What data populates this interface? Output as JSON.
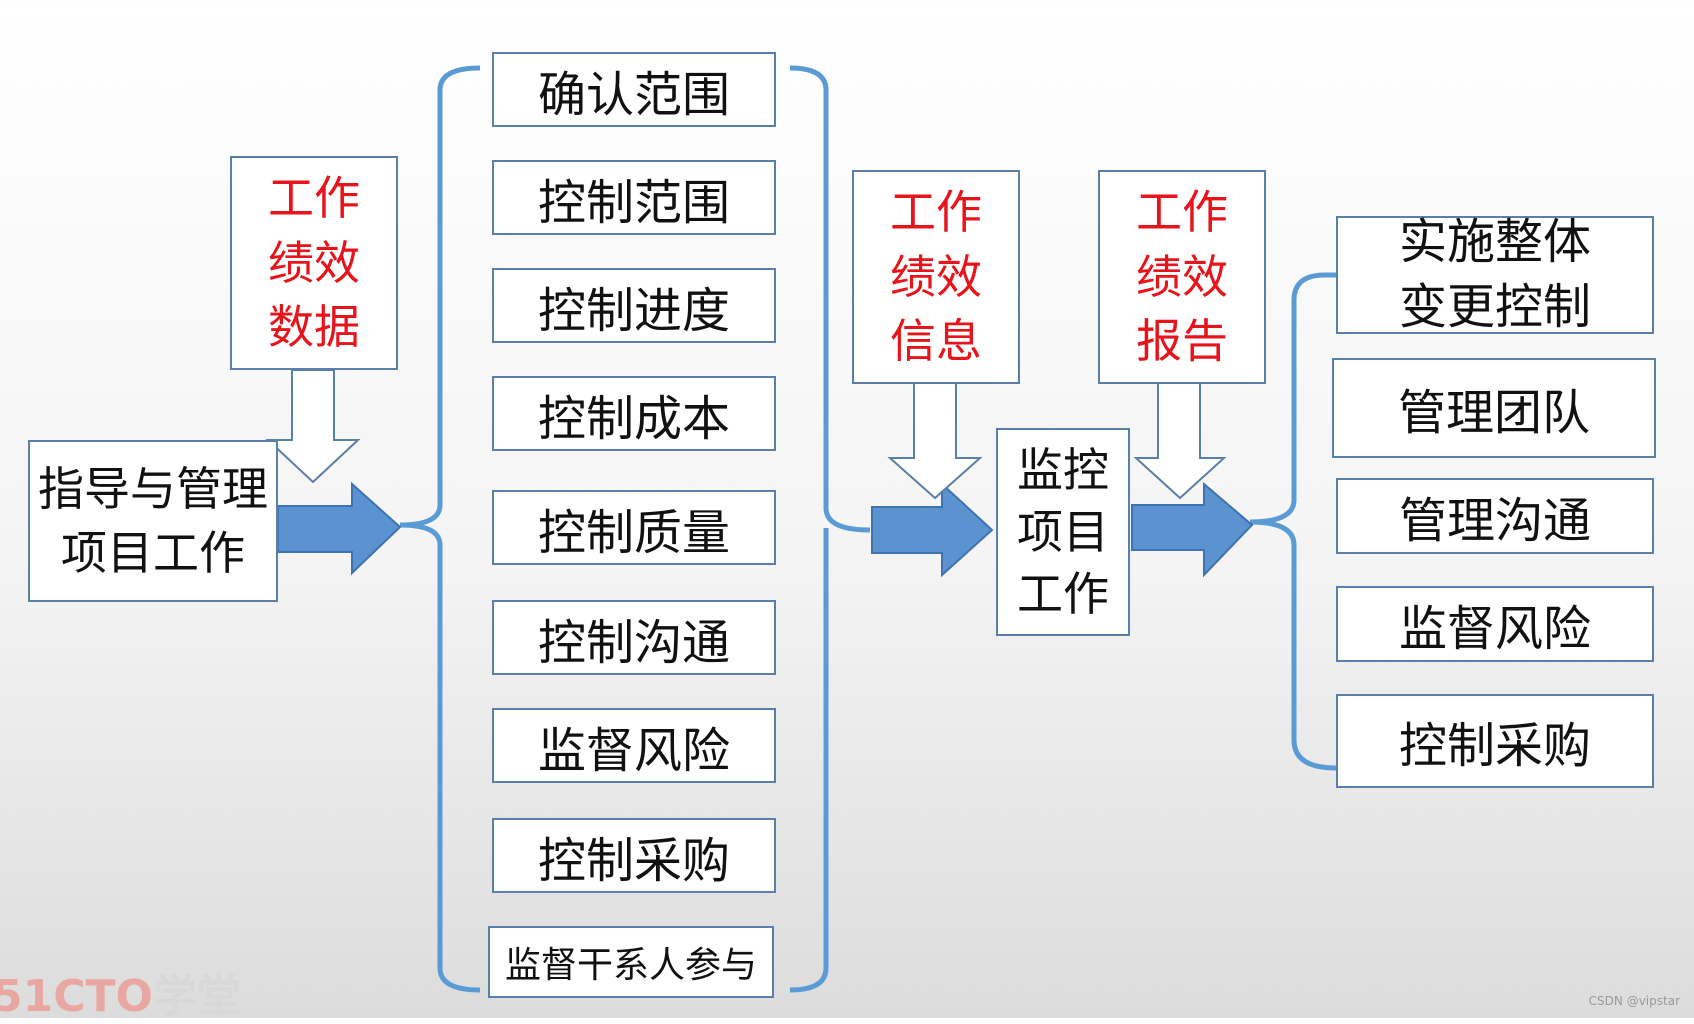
{
  "start_node": {
    "line1": "指导与管理",
    "line2": "项目工作"
  },
  "input_1": {
    "line1": "工作",
    "line2": "绩效",
    "line3": "数据"
  },
  "control_processes": [
    {
      "label": "确认范围"
    },
    {
      "label": "控制范围"
    },
    {
      "label": "控制进度"
    },
    {
      "label": "控制成本"
    },
    {
      "label": "控制质量"
    },
    {
      "label": "控制沟通"
    },
    {
      "label": "监督风险"
    },
    {
      "label": "控制采购"
    },
    {
      "label": "监督干系人参与"
    }
  ],
  "output_1": {
    "line1": "工作",
    "line2": "绩效",
    "line3": "信息"
  },
  "monitor_node": {
    "line1": "监控",
    "line2": "项目",
    "line3": "工作"
  },
  "output_2": {
    "line1": "工作",
    "line2": "绩效",
    "line3": "报告"
  },
  "downstream_processes": [
    {
      "line1": "实施整体",
      "line2": "变更控制"
    },
    {
      "label": "管理团队"
    },
    {
      "label": "管理沟通"
    },
    {
      "label": "监督风险"
    },
    {
      "label": "控制采购"
    }
  ],
  "watermark": {
    "num": "51CTO",
    "text": "学堂"
  },
  "credit": "CSDN @vipstar",
  "colors": {
    "arrow_fill": "#5b93d1",
    "bracket": "#5b9bd5",
    "highlight_text": "#e8141b"
  }
}
